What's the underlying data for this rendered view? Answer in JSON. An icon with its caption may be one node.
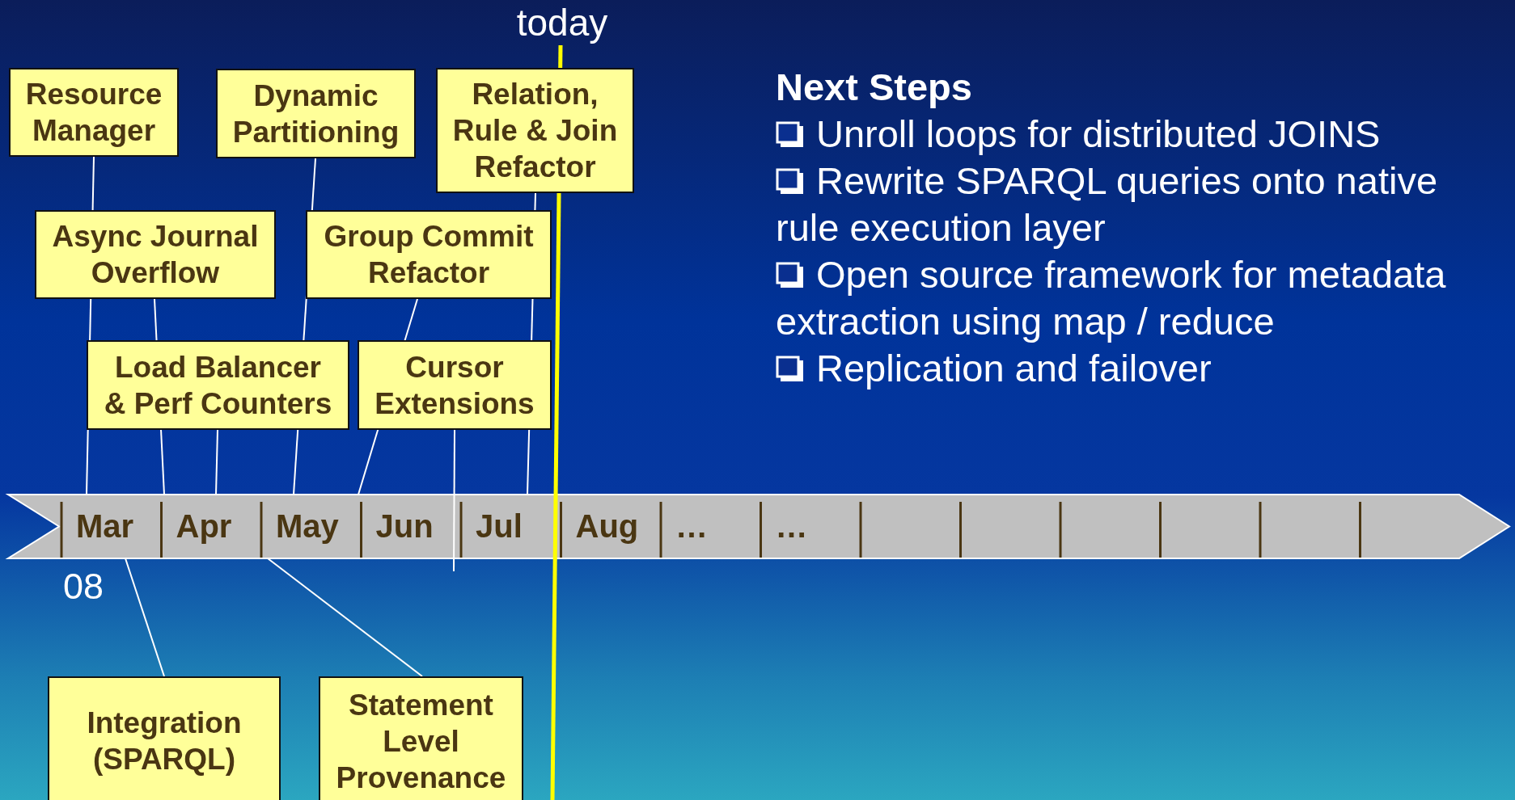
{
  "diagram": {
    "nodes": [
      {
        "text": [
          "today"
        ]
      },
      {
        "text": [
          "Resource Manager"
        ]
      },
      {
        "text": [
          "Dynamic Partitioning"
        ]
      },
      {
        "text": [
          "Relation, Rule & Join Refactor"
        ]
      },
      {
        "text": [
          "Async Journal Overflow"
        ]
      },
      {
        "text": [
          "Group Commit Refactor"
        ]
      },
      {
        "text": [
          "Load Balancer & Perf Counters"
        ]
      },
      {
        "text": [
          "Cursor Extensions"
        ]
      },
      {
        "text": [
          "Mar",
          "Apr",
          "May",
          "Jun",
          "Jul",
          "Aug",
          "…",
          "…"
        ]
      },
      {
        "text": [
          "Integration (SPARQL)"
        ]
      },
      {
        "text": [
          "Statement Level Provenance"
        ]
      }
    ],
    "edges": [
      {
        "from": 1,
        "to": 8,
        "arrow": "none"
      },
      {
        "from": 2,
        "to": 8,
        "arrow": "none"
      },
      {
        "from": 3,
        "to": 8,
        "arrow": "none"
      },
      {
        "from": 4,
        "to": 8,
        "arrow": "none"
      },
      {
        "from": 5,
        "to": 8,
        "arrow": "none"
      },
      {
        "from": 6,
        "to": 8,
        "arrow": "none"
      },
      {
        "from": 7,
        "to": 8,
        "arrow": "none"
      },
      {
        "from": 8,
        "to": 9,
        "arrow": "none"
      },
      {
        "from": 8,
        "to": 10,
        "arrow": "none"
      },
      {
        "from": 0,
        "to": null,
        "arrow": "none",
        "style": "thick",
        "color": "#ffff00"
      }
    ],
    "labels": [
      "08",
      "Next Steps",
      "Unroll loops for distributed JOINS",
      "Rewrite SPARQL queries onto native rule execution layer",
      "Open source framework for metadata extraction using map / reduce",
      "Replication and failover"
    ]
  }
}
